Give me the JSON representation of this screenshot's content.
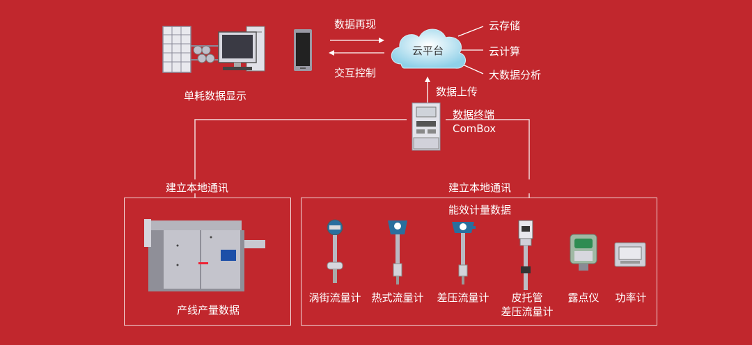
{
  "top": {
    "pc_label": "单耗数据显示",
    "data_replay": "数据再现",
    "interactive_control": "交互控制",
    "cloud_label": "云平台",
    "cloud_storage": "云存储",
    "cloud_compute": "云计算",
    "big_data": "大数据分析",
    "data_upload": "数据上传",
    "terminal_line1": "数据终端",
    "terminal_line2": "ComBox"
  },
  "links": {
    "left_comm": "建立本地通讯",
    "right_comm": "建立本地通讯"
  },
  "left_box": {
    "label": "产线产量数据"
  },
  "right_box": {
    "title": "能效计量数据",
    "devices": [
      {
        "label": "涡街流量计"
      },
      {
        "label": "热式流量计"
      },
      {
        "label": "差压流量计"
      },
      {
        "label": "皮托管",
        "label2": "差压流量计"
      },
      {
        "label": "露点仪"
      },
      {
        "label": "功率计"
      }
    ]
  }
}
